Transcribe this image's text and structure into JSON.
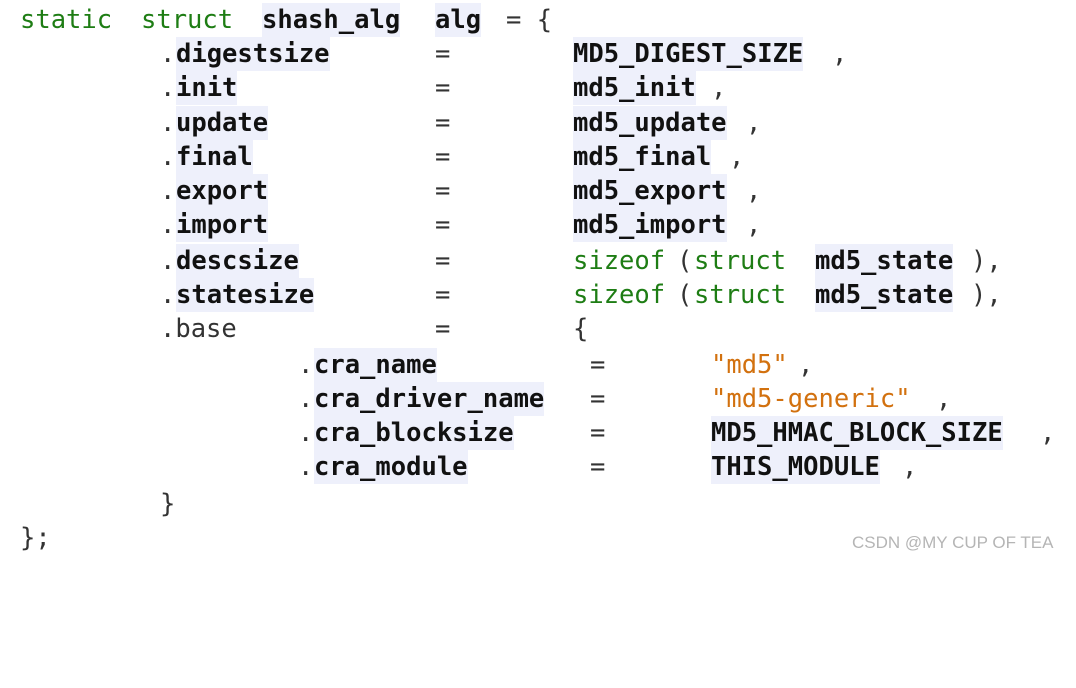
{
  "code": {
    "line1": {
      "kw_static": "static",
      "kw_struct": "struct",
      "type_name": "shash_alg",
      "var_name": "alg",
      "eq_brace": "= {"
    },
    "fields": [
      {
        "dot": ".",
        "name": "digestsize",
        "eq": "=",
        "value": "MD5_DIGEST_SIZE",
        "trail": ","
      },
      {
        "dot": ".",
        "name": "init",
        "eq": "=",
        "value": "md5_init",
        "trail": ","
      },
      {
        "dot": ".",
        "name": "update",
        "eq": "=",
        "value": "md5_update",
        "trail": ","
      },
      {
        "dot": ".",
        "name": "final",
        "eq": "=",
        "value": "md5_final",
        "trail": ","
      },
      {
        "dot": ".",
        "name": "export",
        "eq": "=",
        "value": "md5_export",
        "trail": ","
      },
      {
        "dot": ".",
        "name": "import",
        "eq": "=",
        "value": "md5_import",
        "trail": ","
      }
    ],
    "sizeof_fields": [
      {
        "dot": ".",
        "name": "descsize",
        "eq": "=",
        "sizeof": "sizeof",
        "open": "(",
        "struct": "struct",
        "type": "md5_state",
        "close": "),"
      },
      {
        "dot": ".",
        "name": "statesize",
        "eq": "=",
        "sizeof": "sizeof",
        "open": "(",
        "struct": "struct",
        "type": "md5_state",
        "close": "),"
      }
    ],
    "base_line": {
      "name": ".base",
      "eq": "=",
      "brace": "{"
    },
    "base_fields": [
      {
        "dot": ".",
        "name": "cra_name",
        "eq": "=",
        "value": "\"md5\"",
        "trail": ",",
        "is_string": true
      },
      {
        "dot": ".",
        "name": "cra_driver_name",
        "eq": "=",
        "value": "\"md5-generic\"",
        "trail": ",",
        "is_string": true
      },
      {
        "dot": ".",
        "name": "cra_blocksize",
        "eq": "=",
        "value": "MD5_HMAC_BLOCK_SIZE",
        "trail": ",",
        "is_string": false
      },
      {
        "dot": ".",
        "name": "cra_module",
        "eq": "=",
        "value": "THIS_MODULE",
        "trail": ",",
        "is_string": false
      }
    ],
    "base_close": "}",
    "struct_close": "};"
  },
  "watermark": "CSDN @MY CUP OF TEA",
  "colors": {
    "keyword": "#1e7d14",
    "string": "#d2710f",
    "highlight": "#eef0fb",
    "text": "#222222"
  }
}
